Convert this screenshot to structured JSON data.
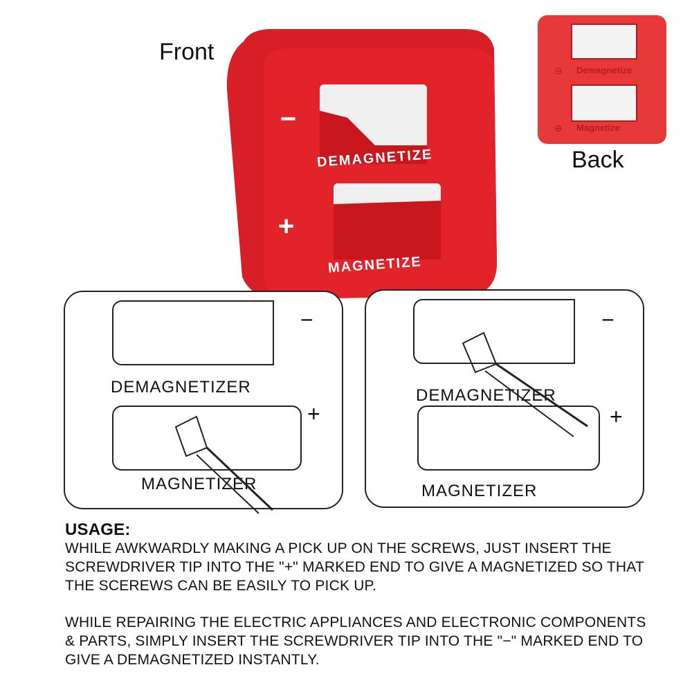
{
  "labels": {
    "front": "Front",
    "back": "Back"
  },
  "front_product": {
    "color": "#e3232a",
    "minus_sign": "−",
    "plus_sign": "+",
    "top_label": "DEMAGNETIZE",
    "bottom_label": "MAGNETIZE"
  },
  "back_product": {
    "color": "#e8393a",
    "top_icon": "minus-circle-icon",
    "top_label": "Demagnetize",
    "bottom_icon": "plus-circle-icon",
    "bottom_label": "Magnetize"
  },
  "diagrams": [
    {
      "top_label": "DEMAGNETIZER",
      "bottom_label": "MAGNETIZER",
      "top_sign": "−",
      "bottom_sign": "+",
      "screwdriver_in": "magnetizer"
    },
    {
      "top_label": "DEMAGNETIZER",
      "bottom_label": "MAGNETIZER",
      "top_sign": "−",
      "bottom_sign": "+",
      "screwdriver_in": "demagnetizer"
    }
  ],
  "usage": {
    "heading": "USAGE:",
    "paragraph1": "WHILE AWKWARDLY MAKING A PICK UP ON THE SCREWS, JUST INSERT THE SCREWDRIVER TIP INTO THE \"+\" MARKED END TO GIVE A MAGNETIZED SO THAT THE SCEREWS CAN BE EASILY TO PICK UP.",
    "paragraph2": "WHILE REPAIRING THE ELECTRIC APPLIANCES AND ELECTRONIC COMPONENTS & PARTS, SIMPLY INSERT THE SCREWDRIVER TIP INTO THE \"−\" MARKED END TO GIVE A DEMAGNETIZED INSTANTLY."
  }
}
